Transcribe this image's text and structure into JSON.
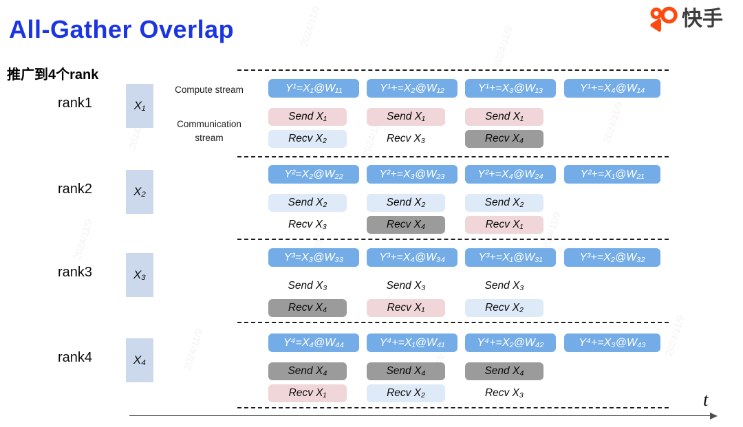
{
  "title": "All-Gather Overlap",
  "brand": {
    "name": "快手",
    "icon": "kuaishou-camera-icon"
  },
  "subtitle": "推广到4个rank",
  "stream_labels": {
    "compute": "Compute  stream",
    "communication_line1": "Communication",
    "communication_line2": "stream"
  },
  "axis": {
    "t_label": "t"
  },
  "watermark": {
    "text": "2024/11/9"
  },
  "colors": {
    "title": "#1b35e0",
    "brand_orange": "#fe4a10",
    "compute_box": "#73ace7",
    "input_box": "#ccd8ec",
    "chip_x1": "#f0d6d8",
    "chip_x2": "#dfeaf8",
    "chip_x3": "transparent",
    "chip_x4": "#9b9b9b"
  },
  "ranks": [
    {
      "label": "rank1",
      "input": "X₁",
      "compute": [
        "Y¹=X₁@W₁₁",
        "Y¹+=X₂@W₁₂",
        "Y¹+=X₃@W₁₃",
        "Y¹+=X₄@W₁₄"
      ],
      "comm": [
        {
          "send": "Send X₁",
          "send_c": "chip_x1",
          "recv": "Recv X₂",
          "recv_c": "chip_x2"
        },
        {
          "send": "Send X₁",
          "send_c": "chip_x1",
          "recv": "Recv X₃",
          "recv_c": "chip_x3"
        },
        {
          "send": "Send X₁",
          "send_c": "chip_x1",
          "recv": "Recv X₄",
          "recv_c": "chip_x4"
        }
      ]
    },
    {
      "label": "rank2",
      "input": "X₂",
      "compute": [
        "Y²=X₂@W₂₂",
        "Y²+=X₃@W₂₃",
        "Y²+=X₄@W₂₄",
        "Y²+=X₁@W₂₁"
      ],
      "comm": [
        {
          "send": "Send X₂",
          "send_c": "chip_x2",
          "recv": "Recv X₃",
          "recv_c": "chip_x3"
        },
        {
          "send": "Send X₂",
          "send_c": "chip_x2",
          "recv": "Recv X₄",
          "recv_c": "chip_x4"
        },
        {
          "send": "Send X₂",
          "send_c": "chip_x2",
          "recv": "Recv X₁",
          "recv_c": "chip_x1"
        }
      ]
    },
    {
      "label": "rank3",
      "input": "X₃",
      "compute": [
        "Y³=X₃@W₃₃",
        "Y³+=X₄@W₃₄",
        "Y³+=X₁@W₃₁",
        "Y³+=X₂@W₃₂"
      ],
      "comm": [
        {
          "send": "Send X₃",
          "send_c": "chip_x3",
          "recv": "Recv X₄",
          "recv_c": "chip_x4"
        },
        {
          "send": "Send X₃",
          "send_c": "chip_x3",
          "recv": "Recv X₁",
          "recv_c": "chip_x1"
        },
        {
          "send": "Send X₃",
          "send_c": "chip_x3",
          "recv": "Recv X₂",
          "recv_c": "chip_x2"
        }
      ]
    },
    {
      "label": "rank4",
      "input": "X₄",
      "compute": [
        "Y⁴=X₄@W₄₄",
        "Y⁴+=X₁@W₄₁",
        "Y⁴+=X₂@W₄₂",
        "Y⁴+=X₃@W₄₃"
      ],
      "comm": [
        {
          "send": "Send X₄",
          "send_c": "chip_x4",
          "recv": "Recv X₁",
          "recv_c": "chip_x1"
        },
        {
          "send": "Send X₄",
          "send_c": "chip_x4",
          "recv": "Recv X₂",
          "recv_c": "chip_x2"
        },
        {
          "send": "Send X₄",
          "send_c": "chip_x4",
          "recv": "Recv X₃",
          "recv_c": "chip_x3"
        }
      ]
    }
  ]
}
